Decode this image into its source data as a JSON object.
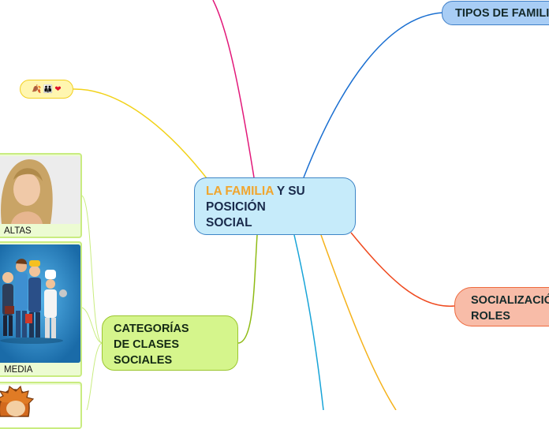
{
  "central": {
    "title_highlight": "LA FAMILIA",
    "title_rest_line1": " Y SU",
    "title_line2": "POSICIÓN",
    "title_line3": "SOCIAL"
  },
  "topics": {
    "tipos": "TIPOS DE FAMILIA",
    "socializacion_line1": "SOCIALIZACIÓN",
    "socializacion_line2": "ROLES",
    "categorias_line1": "CATEGORÍAS",
    "categorias_line2": "DE CLASES",
    "categorias_line3": "SOCIALES"
  },
  "emoji_node": [
    "🍂",
    "👪",
    "❤"
  ],
  "cards": {
    "altas": "ALTAS",
    "media": "MEDIA"
  },
  "colors": {
    "branch_pink": "#e2197a",
    "branch_blue": "#1a6fd1",
    "branch_yellow": "#f2d21a",
    "branch_orange": "#ef4a1f",
    "branch_green": "#8fbb15",
    "branch_cyan": "#18a4d8",
    "branch_amber": "#f5b21a"
  }
}
